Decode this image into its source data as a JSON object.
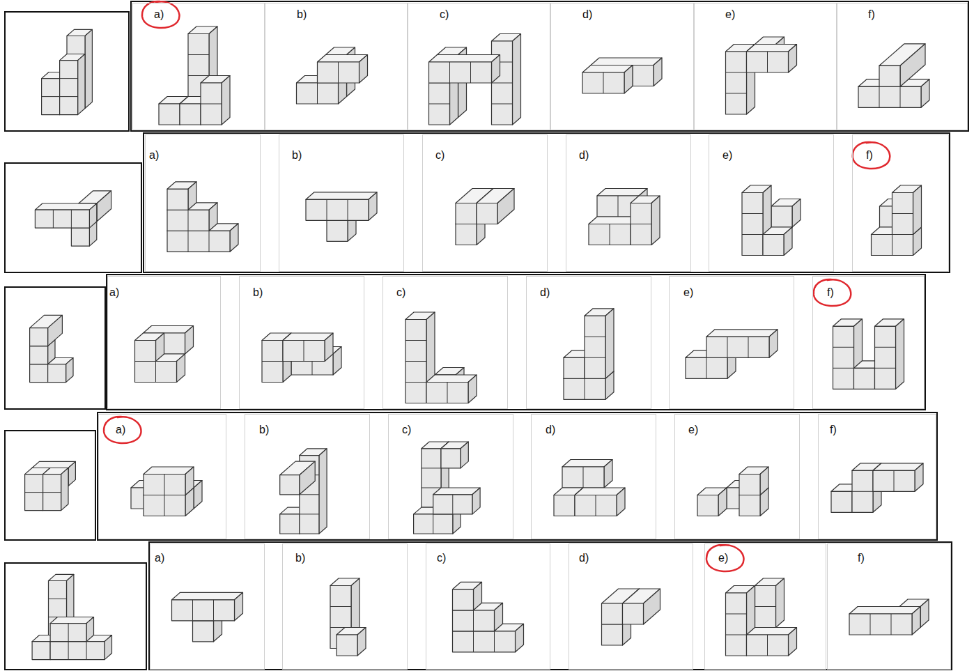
{
  "diagram": {
    "nodes": [
      {
        "text": [
          "a)"
        ]
      },
      {
        "text": [
          "b)"
        ]
      },
      {
        "text": [
          "c)"
        ]
      },
      {
        "text": [
          "d)"
        ]
      },
      {
        "text": [
          "e)"
        ]
      },
      {
        "text": [
          "f)"
        ]
      },
      {
        "text": [
          "a)"
        ]
      },
      {
        "text": [
          "b)"
        ]
      },
      {
        "text": [
          "c)"
        ]
      },
      {
        "text": [
          "d)"
        ]
      },
      {
        "text": [
          "e)"
        ]
      },
      {
        "text": [
          "f)"
        ]
      },
      {
        "text": [
          "a)"
        ]
      },
      {
        "text": [
          "b)"
        ]
      },
      {
        "text": [
          "c)"
        ]
      },
      {
        "text": [
          "d)"
        ]
      },
      {
        "text": [
          "e)"
        ]
      },
      {
        "text": [
          "f)"
        ]
      },
      {
        "text": [
          "a)"
        ]
      },
      {
        "text": [
          "b)"
        ]
      },
      {
        "text": [
          "c)"
        ]
      },
      {
        "text": [
          "d)"
        ]
      },
      {
        "text": [
          "e)"
        ]
      },
      {
        "text": [
          "f)"
        ]
      },
      {
        "text": [
          "a)"
        ]
      },
      {
        "text": [
          "b)"
        ]
      },
      {
        "text": [
          "c)"
        ]
      },
      {
        "text": [
          "d)"
        ]
      },
      {
        "text": [
          "e)"
        ]
      },
      {
        "text": [
          "f)"
        ]
      }
    ]
  }
}
